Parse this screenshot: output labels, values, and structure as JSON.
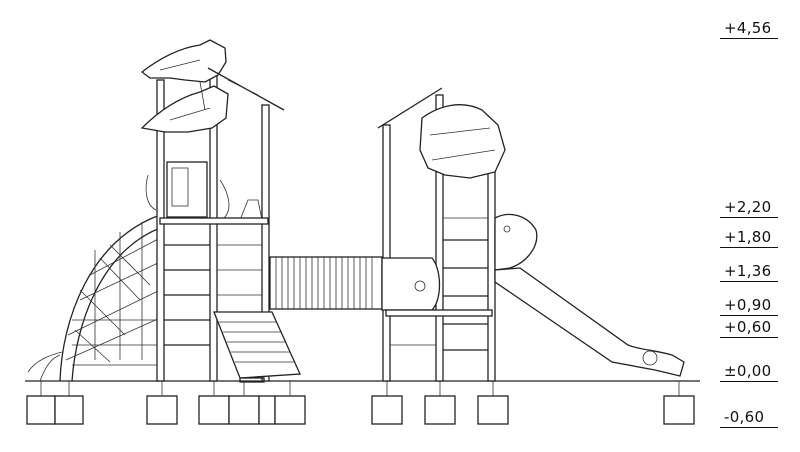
{
  "elevation_levels": [
    {
      "label": "+4,56"
    },
    {
      "label": "+2,20"
    },
    {
      "label": "+1,80"
    },
    {
      "label": "+1,36"
    },
    {
      "label": "+0,90"
    },
    {
      "label": "+0,60"
    },
    {
      "label": "±0,00"
    },
    {
      "label": "-0,60"
    }
  ]
}
